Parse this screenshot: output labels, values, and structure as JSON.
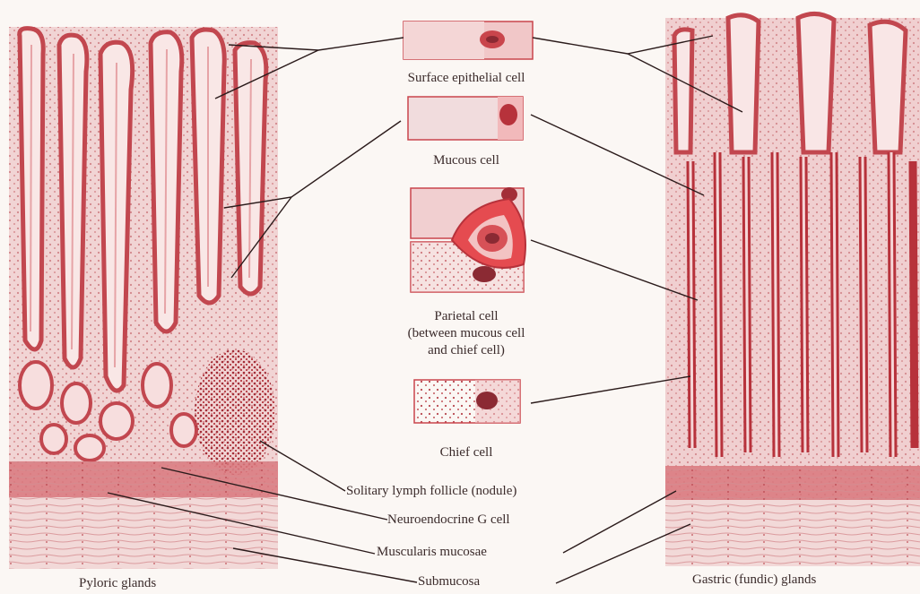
{
  "diagram": {
    "labels": {
      "surface_epithelial_cell": "Surface epithelial cell",
      "mucous_cell": "Mucous cell",
      "parietal_cell": "Parietal cell\n(between mucous cell\nand chief cell)",
      "chief_cell": "Chief cell",
      "solitary_lymph_follicle": "Solitary lymph follicle (nodule)",
      "neuroendocrine_g_cell": "Neuroendocrine G cell",
      "muscularis_mucosae": "Muscularis mucosae",
      "submucosa": "Submucosa",
      "pyloric_glands": "Pyloric glands",
      "gastric_fundic_glands": "Gastric (fundic) glands"
    },
    "colors": {
      "background": "#fbf7f4",
      "tissue_light": "#f3d6d6",
      "tissue_mid": "#e7a5a7",
      "tissue_dark": "#c9454c",
      "nucleus": "#8b2a33",
      "leader_line": "#2b1b1b"
    }
  }
}
